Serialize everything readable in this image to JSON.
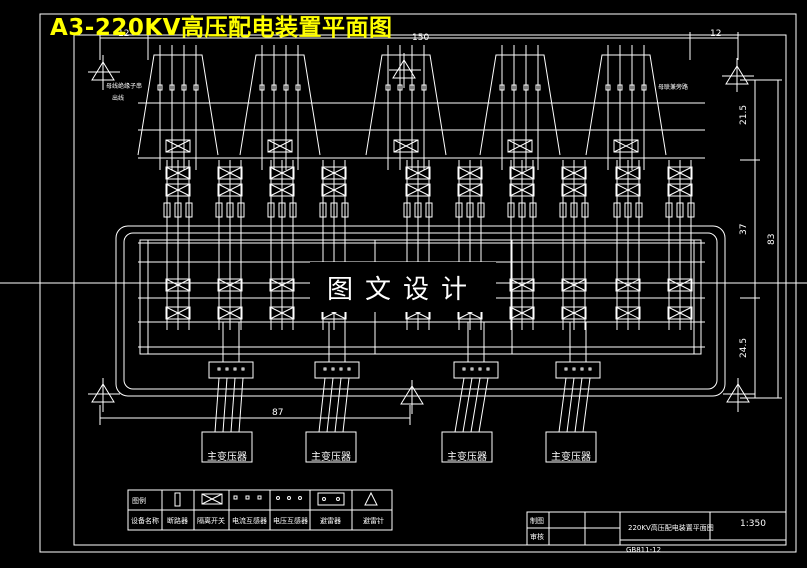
{
  "title": "A3-220KV高压配电装置平面图",
  "watermark": "图文设计",
  "dimensions": {
    "d_top_left": "12",
    "d_top_mid": "150",
    "d_top_right": "12",
    "d_right_1": "21.5",
    "d_right_2": "37",
    "d_right_3": "24.5",
    "d_right_total": "83",
    "d_bottom": "87"
  },
  "labels": {
    "left_note_1": "母线绝缘子串",
    "left_note_2": "出线",
    "right_note": "母联兼旁路"
  },
  "transformers": [
    "主变压器",
    "主变压器",
    "主变压器",
    "主变压器"
  ],
  "legend": [
    {
      "symbol": "图例",
      "label": "设备名称"
    },
    {
      "symbol": "rect",
      "label": "断路器"
    },
    {
      "symbol": "cross",
      "label": "隔离开关"
    },
    {
      "symbol": "ct",
      "label": "电流互感器"
    },
    {
      "symbol": "vt",
      "label": "电压互感器"
    },
    {
      "symbol": "arrester",
      "label": "避雷器"
    },
    {
      "symbol": "triangle",
      "label": "避雷针"
    }
  ],
  "titleblock": {
    "row1": "制图",
    "row2": "审核",
    "name": "220KV高压配电装置平面图",
    "scale": "1:350",
    "drawing_no": "GB811-12"
  }
}
